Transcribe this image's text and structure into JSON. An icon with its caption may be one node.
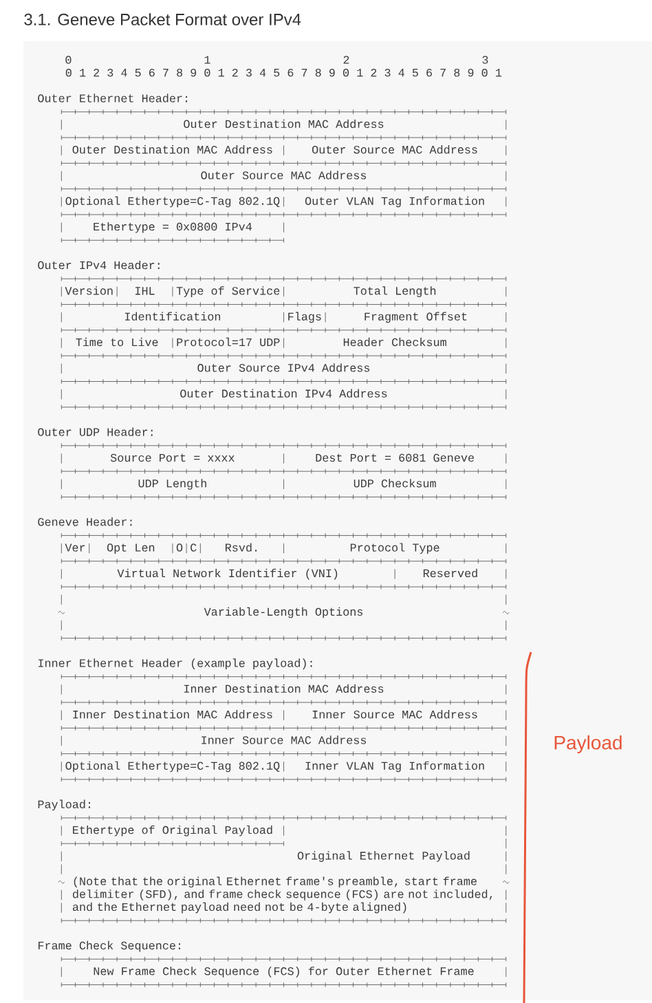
{
  "diagram": {
    "title": "3.1. Geneve Packet Format over IPv4",
    "labels": [
      "0",
      "1",
      "2",
      "3",
      "0 1 2 3 4 5 6 7 8 9 0 1 2 3 4 5 6 7 8 9 0 1 2 3 4 5 6 7 8 9 0 1",
      "Outer Ethernet Header:",
      "Outer Destination MAC Address",
      "Outer Destination MAC Address",
      "Outer Source MAC Address",
      "Outer Source MAC Address",
      "Optional Ethertype=C-Tag 802.1Q",
      "Outer VLAN Tag Information",
      "Ethertype = 0x0800 IPv4",
      "Outer IPv4 Header:",
      "Version",
      "IHL",
      "Type of Service",
      "Total Length",
      "Identification",
      "Flags",
      "Fragment Offset",
      "Time to Live",
      "Protocol=17 UDP",
      "Header Checksum",
      "Outer Source IPv4 Address",
      "Outer Destination IPv4 Address",
      "Outer UDP Header:",
      "Source Port = xxxx",
      "Dest Port = 6081 Geneve",
      "UDP Length",
      "UDP Checksum",
      "Geneve Header:",
      "Ver",
      "Opt Len",
      "O",
      "C",
      "Rsvd.",
      "Protocol Type",
      "Virtual Network Identifier (VNI)",
      "Reserved",
      "Variable-Length Options",
      "Inner Ethernet Header (example payload):",
      "Inner Destination MAC Address",
      "Inner Destination MAC Address",
      "Inner Source MAC Address",
      "Inner Source MAC Address",
      "Optional Ethertype=C-Tag 802.1Q",
      "Inner VLAN Tag Information",
      "Payload:",
      "Ethertype of Original Payload",
      "Original Ethernet Payload",
      "(Note that the original Ethernet frame's preamble, start frame delimiter (SFD), and frame check sequence (FCS) are not included, and the Ethernet payload need not be 4-byte aligned)",
      "Frame Check Sequence:",
      "New Frame Check Sequence (FCS) for Outer Ethernet Frame",
      "Payload"
    ]
  }
}
